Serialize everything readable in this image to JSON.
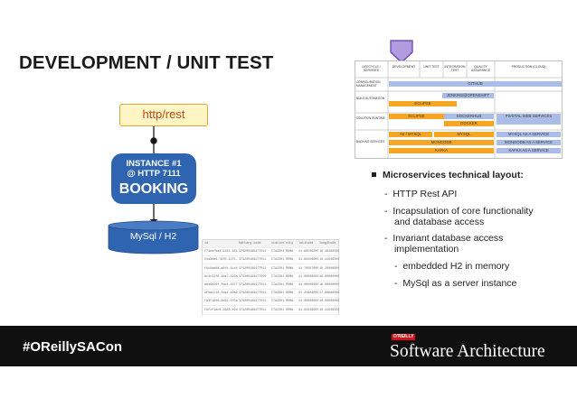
{
  "slide": {
    "title": "DEVELOPMENT / UNIT TEST",
    "left_diagram": {
      "http_label": "http/rest",
      "instance_line1": "INSTANCE #1",
      "instance_line2": "@ HTTP 7111",
      "service_name": "BOOKING",
      "db_label": "MySql / H2",
      "db_table": {
        "headers": [
          "id",
          "battery code",
          "stationId",
          "city",
          "latitude",
          "longitude"
        ],
        "rows": [
          [
            "f74ebfba3-2241-481a-9be2-39bd9c0016b4",
            "37420018947T011",
            "CTA2301",
            "ROMA",
            "41.89509200",
            "16.48480500"
          ],
          [
            "54a36b6-78f0-4275-9a9e-a49a4882818c",
            "37420018947T011",
            "CTA2301",
            "ROMA",
            "41.88456900",
            "16.44449500"
          ],
          [
            "f6c9aa08-a8fd-41d4-bf9e-21af378284b0",
            "37420018947T011",
            "CTA2301",
            "ROMA",
            "41.78567000",
            "16.28008000"
          ],
          [
            "9c3c32f8-4da7-422a-b2fd-3d6eab63ae16",
            "37420018947T001",
            "CTA2301",
            "ROMA",
            "41.00000000",
            "16.00000000"
          ],
          [
            "a6a9829f-fbe4-4677-83b0-1b1f0e4c4ea6",
            "37420018947T011",
            "CTA2301",
            "ROMA",
            "41.00000000",
            "16.00000000"
          ],
          [
            "df6a1116-fda1-40a2-a4ba-632300596776",
            "37420018947T011",
            "CTA2301",
            "ROMA",
            "41.24983000",
            "17.08888000"
          ],
          [
            "f83f1808-3d32-4f0a-923b-7572fe3dbc18",
            "37420018947T011",
            "CTA2301",
            "ROMA",
            "41.00000000",
            "16.00000000"
          ],
          [
            "f8fcf1ac6-3988-49d2-8da9-ad3215f94e2e",
            "37420018947T011",
            "CTA2301",
            "ROMA",
            "41.94449900",
            "16.44449500"
          ]
        ]
      }
    },
    "matrix": {
      "columns": [
        "LIFECYCLE / SERVICES",
        "DEVELOPMENT",
        "UNIT TEST",
        "INTEGRATION TEST",
        "QUALITY ASSURANCE",
        "PRODUCTION (CLOUD)"
      ],
      "rows": [
        "CONFIGURATION MANAGEMENT",
        "BUILD AUTOMATION",
        "SOLUTION RUNTIME",
        "BACKING SERVICES"
      ],
      "bars": {
        "github": "GITHUB",
        "jenkins": "JENKINS@OPENSHIFT",
        "eclipse1": "ECLIPSE",
        "eclipse2": "ECLIPSE",
        "dockerhub": "DOCKERHUB",
        "docker": "DOCKER",
        "pivotal": "PIVOTAL WEB SERVICES",
        "h2": "H2 / MYSQL",
        "mysql": "MYSQL",
        "mongodb": "MONGODB",
        "kafka": "KAFKA",
        "mysql_svc": "MYSQL AS A SERVICE",
        "mongodb_svc": "MONGODB AS A SERVICE",
        "kafka_svc": "KAFKA AS A SERVICE"
      }
    },
    "bullets": {
      "heading": "Microservices technical layout:",
      "items": [
        "HTTP Rest API",
        "Incapsulation of core functionality",
        "and database access",
        "Invariant database access",
        "implementation"
      ],
      "subitems": [
        "embedded H2 in memory",
        "MySql as a server instance"
      ]
    },
    "footer": {
      "hashtag": "#OReillySACon",
      "publisher_badge": "O'REILLY",
      "conference": "Software Architecture"
    },
    "colors": {
      "accent_blue": "#2f64b0",
      "matrix_orange": "#f6a623",
      "matrix_blue": "#a9bde6",
      "banner": "#101010",
      "http_border": "#e7a33b"
    }
  }
}
